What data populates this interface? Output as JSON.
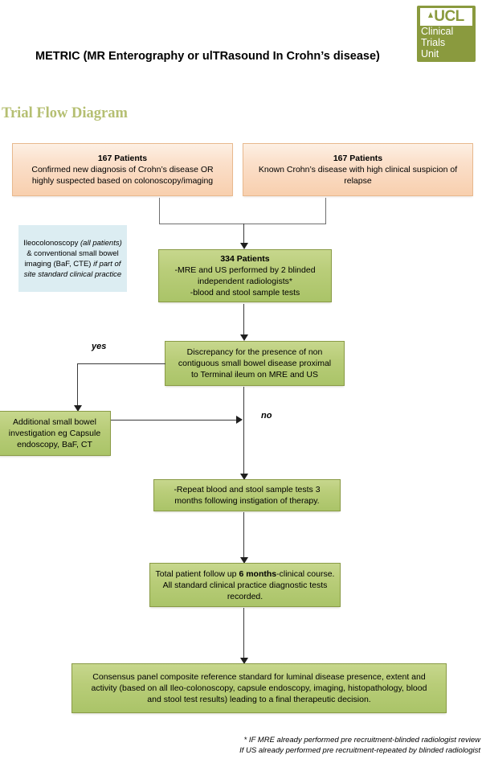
{
  "logo": {
    "name": "ucl-clinical-trials-unit-logo",
    "mark": "UCL",
    "line1": "Clinical",
    "line2": "Trials",
    "line3": "Unit",
    "background_color": "#8a9a3e"
  },
  "header": {
    "title": "METRIC (MR Enterography or ulTRasound In Crohn’s disease)",
    "section_heading": "Trial Flow Diagram",
    "section_heading_color": "#b5bf72"
  },
  "nodes": {
    "cohort_new": {
      "heading": "167 Patients",
      "line1": "Confirmed new diagnosis of Crohn’s disease OR",
      "line2": "highly suspected based on colonoscopy/imaging"
    },
    "cohort_known": {
      "heading": "167 Patients",
      "line1": "Known Crohn’s disease with high clinical suspicion of",
      "line2": "relapse"
    },
    "ileocolonoscopy": {
      "t1": "Ileocolonoscopy ",
      "t2": "(all patients)",
      "t3": " & conventional small bowel imaging (BaF, CTE) ",
      "t4": "if part of site standard clinical practice"
    },
    "combined": {
      "heading": "334 Patients",
      "line1": "-MRE and US performed by 2 blinded independent radiologists*",
      "line2": "-blood and stool sample tests"
    },
    "discrepancy": {
      "line1": "Discrepancy for the presence of non",
      "line2": "contiguous small bowel disease proximal",
      "line3": "to Terminal ileum on MRE and US"
    },
    "additional_investigation": {
      "line1": "Additional small bowel",
      "line2": "investigation eg Capsule",
      "line3": "endoscopy, BaF, CT"
    },
    "repeat_tests": {
      "line1": "-Repeat blood and stool sample tests 3",
      "line2": "months following instigation of therapy."
    },
    "follow_up": {
      "t1": "Total patient follow up ",
      "t2": "6 months",
      "t3": "-clinical course.  All standard clinical practice diagnostic tests recorded."
    },
    "consensus": {
      "line1": "Consensus panel composite reference standard for luminal disease presence, extent and",
      "line2": "activity (based on all Ileo-colonoscopy, capsule endoscopy, imaging, histopathology, blood",
      "line3": "and stool test results) leading to a final therapeutic decision."
    }
  },
  "branches": {
    "yes": "yes",
    "no": "no"
  },
  "footnote": {
    "line1": "* IF MRE already performed pre recruitment-blinded radiologist review",
    "line2": "If US already performed pre recruitment-repeated by blinded radiologist"
  },
  "colors": {
    "peach_box": "#f8cfae",
    "green_box": "#b9cd79",
    "blue_box": "#dcedf2",
    "connector": "#3a3a3a"
  }
}
